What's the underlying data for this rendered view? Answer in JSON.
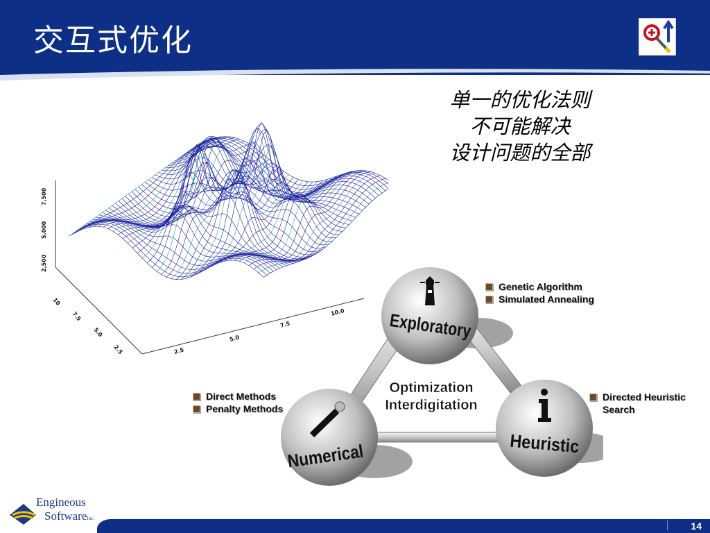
{
  "slide": {
    "title": "交互式优化",
    "page_number": "14"
  },
  "tagline": {
    "lines": [
      "单一的优化法则",
      "不可能解决",
      "设计问题的全部"
    ]
  },
  "plot": {
    "z_ticks": [
      "2,500",
      "5,000",
      "7,500"
    ],
    "x_ticks": [
      "2.5",
      "5.0",
      "7.5",
      "10.0"
    ],
    "y_ticks": [
      "2.5",
      "5.0",
      "7.5",
      "10"
    ],
    "colors": {
      "mesh_top": "#1a1aa0",
      "mesh_under": "#1aa5a0"
    }
  },
  "triangle": {
    "center_label_1": "Optimization",
    "center_label_2": "Interdigitation",
    "nodes": {
      "exploratory": "Exploratory",
      "numerical": "Numerical",
      "heuristic": "Heuristic"
    },
    "exploratory_list": [
      "Genetic Algorithm",
      "Simulated Annealing"
    ],
    "numerical_list": [
      "Direct Methods",
      "Penalty Methods"
    ],
    "heuristic_list": [
      "Directed Heuristic",
      "Search"
    ]
  },
  "company": {
    "name_line1": "Engineous",
    "name_line2": "Software",
    "suffix": "Inc."
  },
  "colors": {
    "header": "#0d2f86",
    "accent_red": "#cc1020"
  }
}
